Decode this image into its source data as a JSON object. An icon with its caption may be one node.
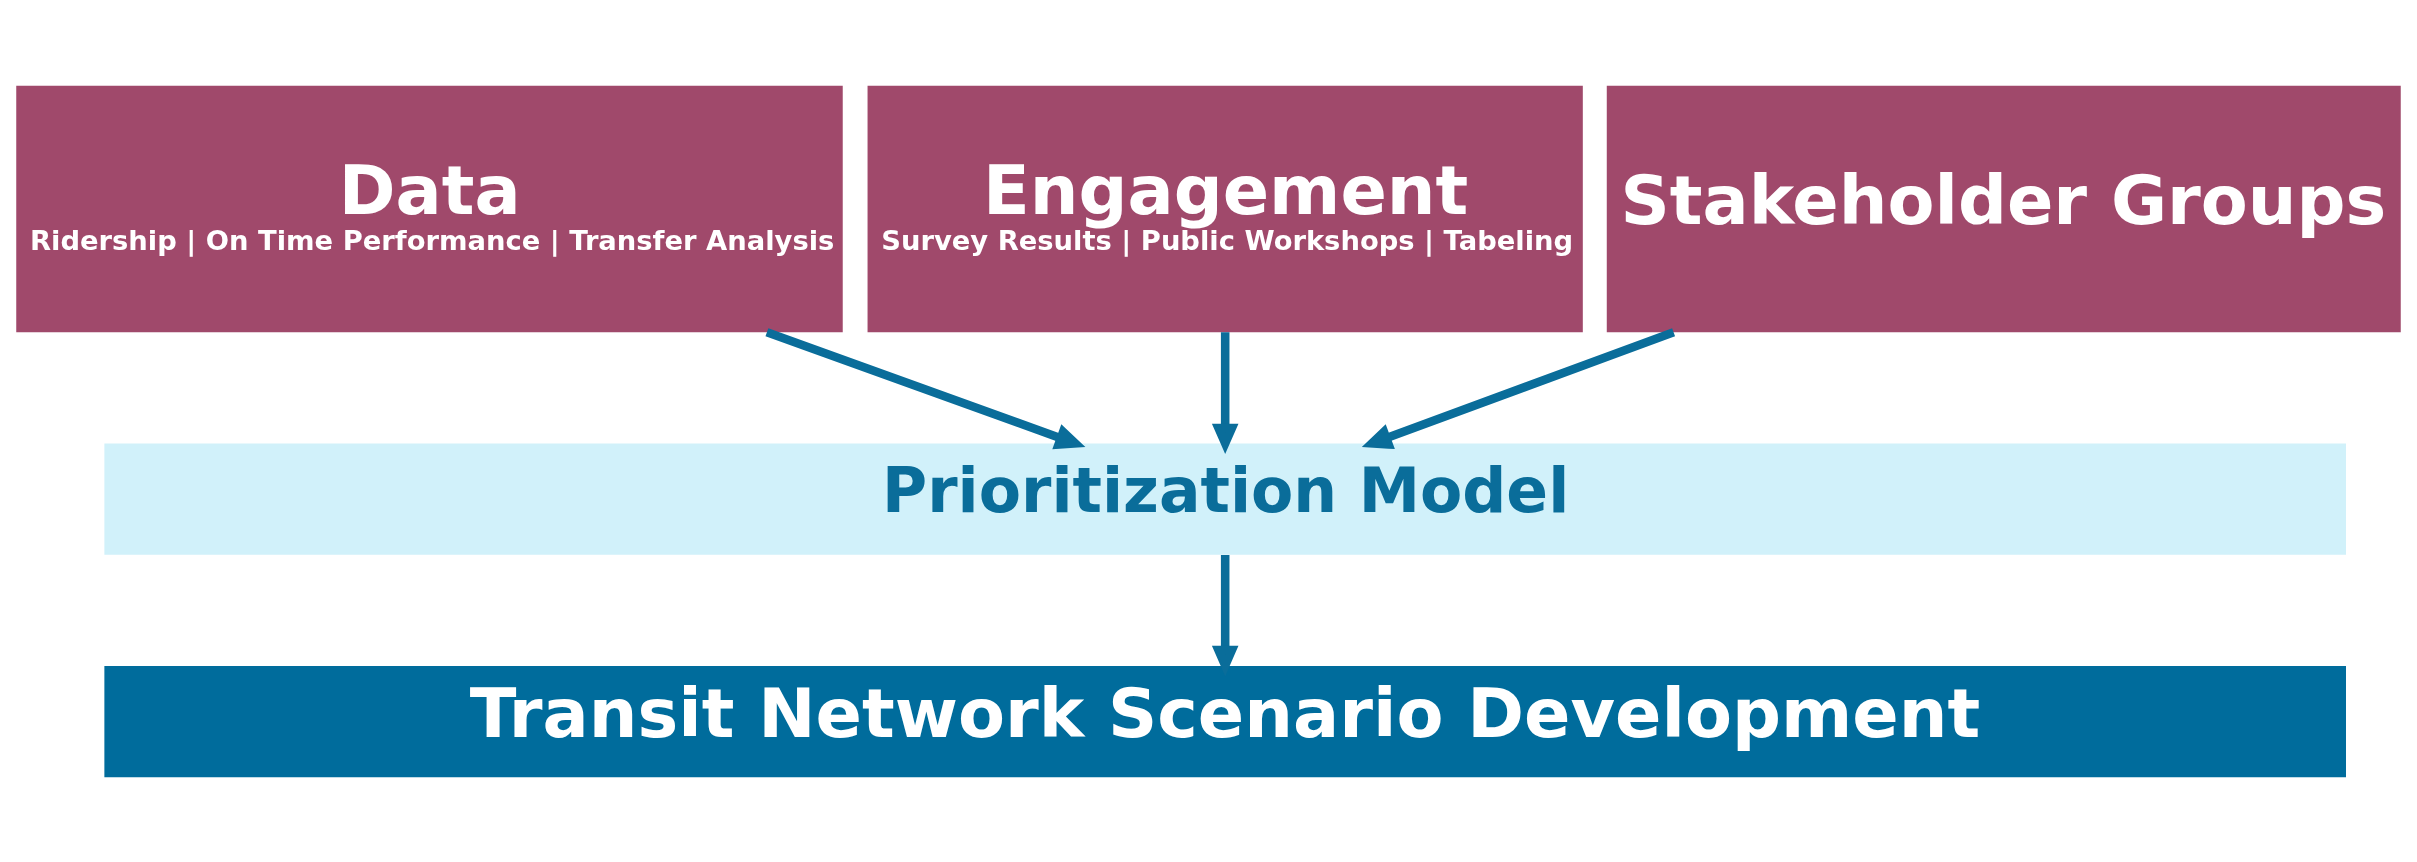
{
  "diagram": {
    "nodes": [
      {
        "text": [
          "Data",
          "Ridership | On Time Performance | Transfer Analysis"
        ]
      },
      {
        "text": [
          "Engagement",
          "Survey Results | Public Workshops | Tabeling"
        ]
      },
      {
        "text": [
          "Stakeholder Groups"
        ]
      },
      {
        "text": [
          "Prioritization Model"
        ]
      },
      {
        "text": [
          "Transit Network Scenario Development"
        ]
      }
    ],
    "edges": [
      {
        "from": 0,
        "to": 3,
        "arrow": "to"
      },
      {
        "from": 1,
        "to": 3,
        "arrow": "to"
      },
      {
        "from": 2,
        "to": 3,
        "arrow": "to"
      },
      {
        "from": 3,
        "to": 4,
        "arrow": "to"
      }
    ]
  }
}
